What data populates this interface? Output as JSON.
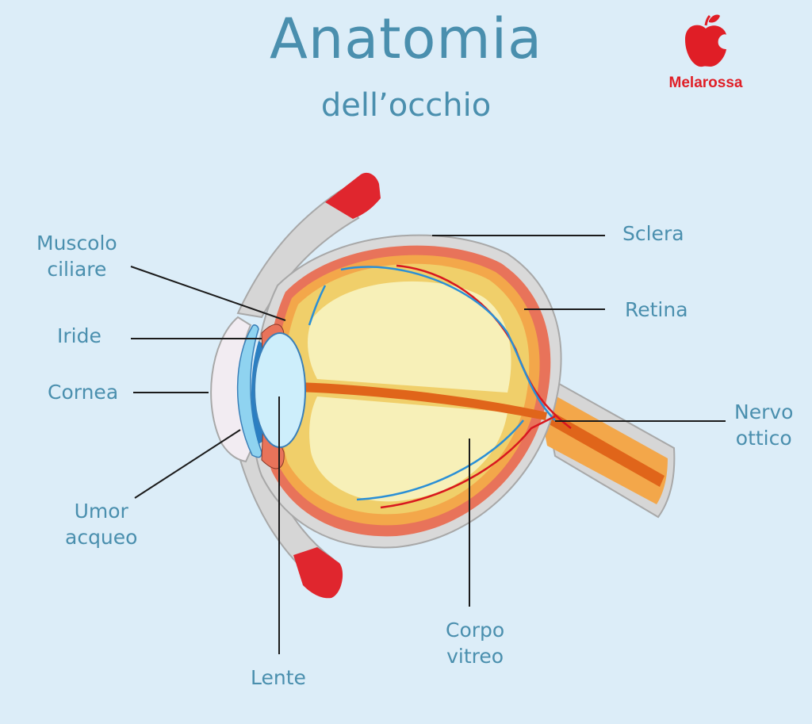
{
  "header": {
    "title": "Anatomia",
    "subtitle": "dell’occhio"
  },
  "brand": {
    "name": "Melarossa",
    "icon": "apple-icon",
    "color": "#e01e26"
  },
  "colors": {
    "background": "#dcedf8",
    "label_text": "#4a8fae",
    "leader_line": "#1b1b1b",
    "sclera": "#d9d9d9",
    "choroid": "#e8735a",
    "retina": "#f3a74a",
    "vitreous": "#f7f0b8",
    "lens": "#cdeefb",
    "cornea": "#8fd3f0",
    "muscle": "#e0262e",
    "artery": "#d8171f",
    "vein": "#2a8fd6"
  },
  "labels": [
    {
      "id": "muscolo-ciliare",
      "text": "Muscolo\nciliare"
    },
    {
      "id": "iride",
      "text": "Iride"
    },
    {
      "id": "cornea",
      "text": "Cornea"
    },
    {
      "id": "umor-acqueo",
      "text": "Umor\nacqueo"
    },
    {
      "id": "lente",
      "text": "Lente"
    },
    {
      "id": "corpo-vitreo",
      "text": "Corpo\nvitreo"
    },
    {
      "id": "nervo-ottico",
      "text": "Nervo\nottico"
    },
    {
      "id": "retina",
      "text": "Retina"
    },
    {
      "id": "sclera",
      "text": "Sclera"
    }
  ]
}
